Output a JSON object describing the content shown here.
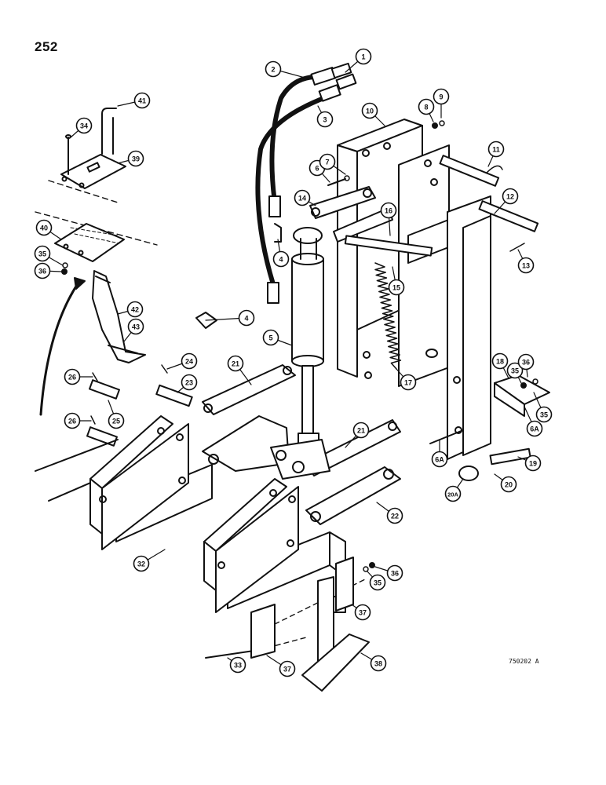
{
  "page_number": "252",
  "drawing_code": "750202 A",
  "callouts": [
    {
      "label": "1"
    },
    {
      "label": "2"
    },
    {
      "label": "3"
    },
    {
      "label": "4"
    },
    {
      "label": "4"
    },
    {
      "label": "5"
    },
    {
      "label": "6"
    },
    {
      "label": "7"
    },
    {
      "label": "8"
    },
    {
      "label": "9"
    },
    {
      "label": "10"
    },
    {
      "label": "11"
    },
    {
      "label": "12"
    },
    {
      "label": "13"
    },
    {
      "label": "14"
    },
    {
      "label": "15"
    },
    {
      "label": "16"
    },
    {
      "label": "17"
    },
    {
      "label": "18"
    },
    {
      "label": "19"
    },
    {
      "label": "20"
    },
    {
      "label": "20A"
    },
    {
      "label": "21"
    },
    {
      "label": "21"
    },
    {
      "label": "22"
    },
    {
      "label": "23"
    },
    {
      "label": "24"
    },
    {
      "label": "25"
    },
    {
      "label": "26"
    },
    {
      "label": "26"
    },
    {
      "label": "32"
    },
    {
      "label": "33"
    },
    {
      "label": "34"
    },
    {
      "label": "35"
    },
    {
      "label": "35"
    },
    {
      "label": "35"
    },
    {
      "label": "35"
    },
    {
      "label": "36"
    },
    {
      "label": "36"
    },
    {
      "label": "36"
    },
    {
      "label": "37"
    },
    {
      "label": "37"
    },
    {
      "label": "38"
    },
    {
      "label": "39"
    },
    {
      "label": "40"
    },
    {
      "label": "41"
    },
    {
      "label": "42"
    },
    {
      "label": "43"
    },
    {
      "label": "6A"
    },
    {
      "label": "6A"
    }
  ]
}
